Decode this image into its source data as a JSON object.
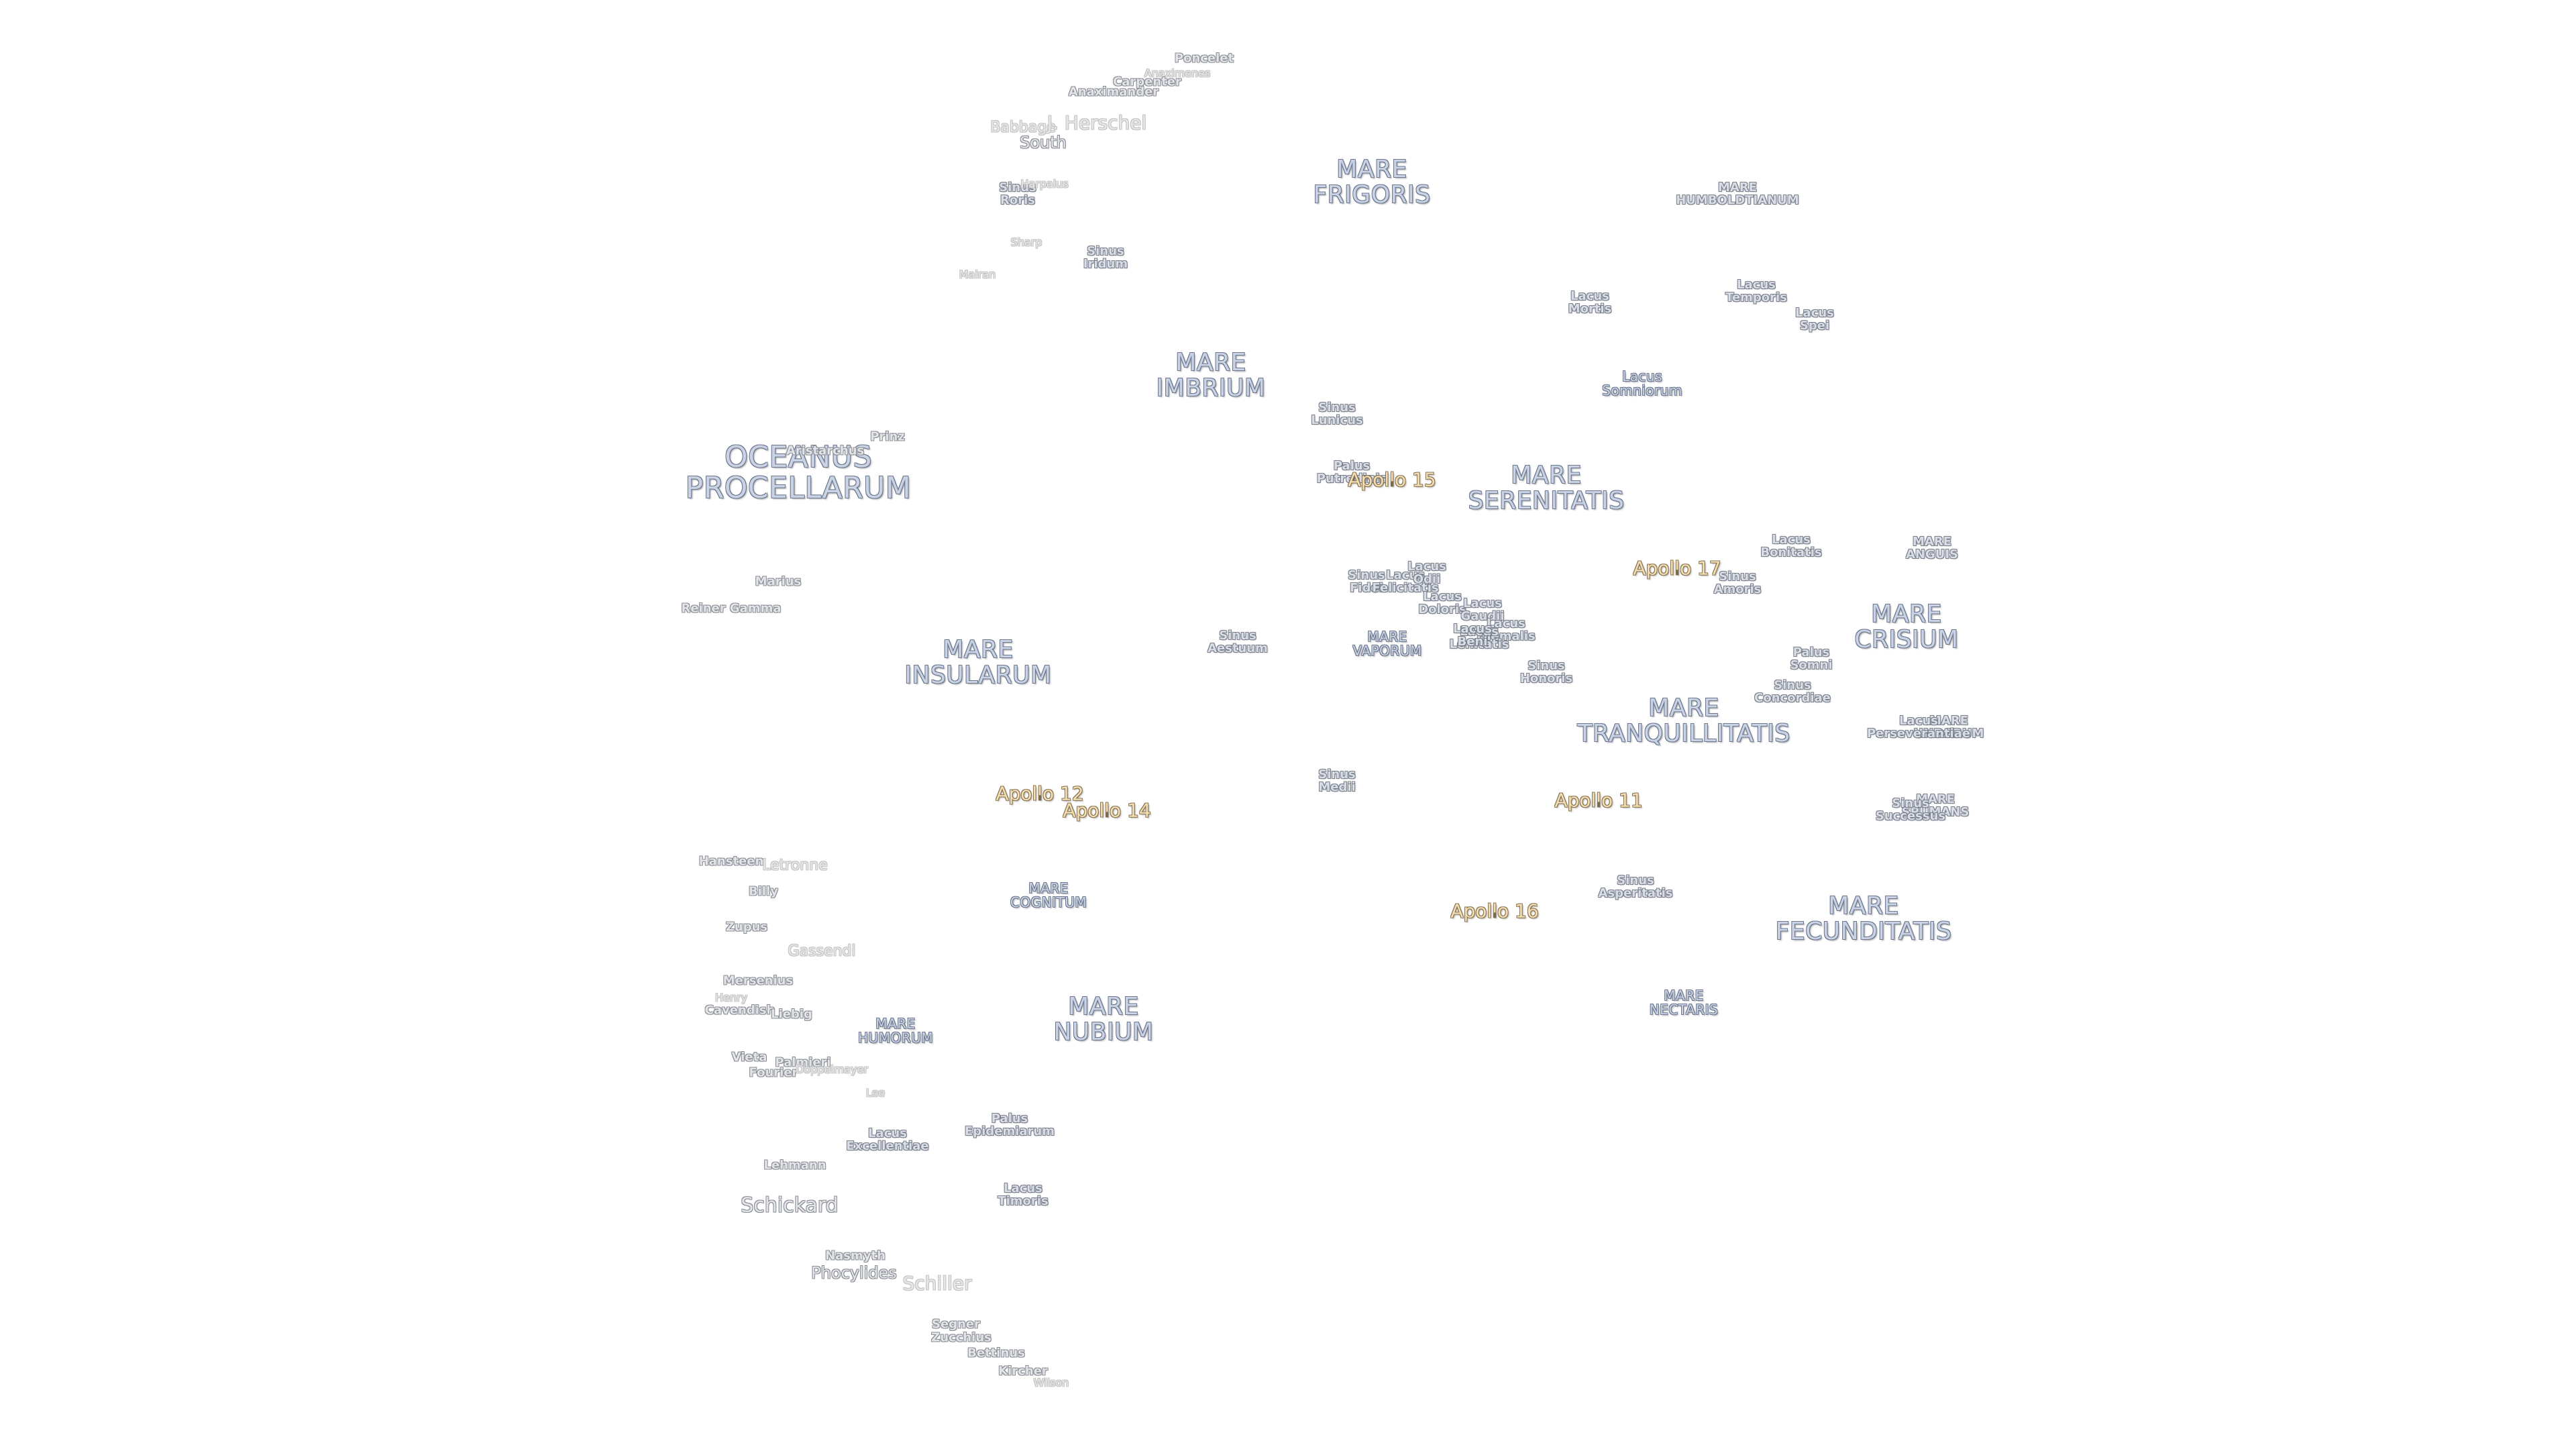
{
  "labels": [
    {
      "name": "OCEANUS\nPROCELLARUM",
      "kind": "mare big"
    },
    {
      "name": "MARE\nFRIGORIS",
      "kind": "mare"
    },
    {
      "name": "MARE\nIMBRIUM",
      "kind": "mare"
    },
    {
      "name": "MARE\nSERENITATIS",
      "kind": "mare"
    },
    {
      "name": "MARE\nTRANQUILLITATIS",
      "kind": "mare"
    },
    {
      "name": "MARE\nCRISIUM",
      "kind": "mare"
    },
    {
      "name": "MARE\nFECUNDITATIS",
      "kind": "mare"
    },
    {
      "name": "MARE\nNECTARIS",
      "kind": "mare sm"
    },
    {
      "name": "MARE\nINSULARUM",
      "kind": "mare"
    },
    {
      "name": "MARE\nCOGNITUM",
      "kind": "mare sm"
    },
    {
      "name": "MARE\nNUBIUM",
      "kind": "mare"
    },
    {
      "name": "MARE\nHUMORUM",
      "kind": "mare sm"
    },
    {
      "name": "MARE\nVAPORUM",
      "kind": "mare sm"
    },
    {
      "name": "MARE\nHUMBOLDTIANUM",
      "kind": "minor"
    },
    {
      "name": "MARE\nANGUIS",
      "kind": "minor"
    },
    {
      "name": "MARE\nUNDARUM",
      "kind": "minor"
    },
    {
      "name": "MARE\nSPUMANS",
      "kind": "minor"
    },
    {
      "name": "Lacus\nSomniorum",
      "kind": "mare sm"
    },
    {
      "name": "Lacus\nMortis",
      "kind": "minor"
    },
    {
      "name": "Lacus\nTemporis",
      "kind": "minor"
    },
    {
      "name": "Lacus\nSpei",
      "kind": "minor"
    },
    {
      "name": "Lacus\nBonitatis",
      "kind": "minor"
    },
    {
      "name": "Sinus\nAmoris",
      "kind": "minor"
    },
    {
      "name": "Palus\nSomni",
      "kind": "minor"
    },
    {
      "name": "Sinus\nConcordiae",
      "kind": "minor"
    },
    {
      "name": "Lacus\nPerseverantiae",
      "kind": "minor"
    },
    {
      "name": "Sinus\nSuccessus",
      "kind": "minor"
    },
    {
      "name": "Sinus\nRoris",
      "kind": "minor"
    },
    {
      "name": "Sinus\nIridum",
      "kind": "minor"
    },
    {
      "name": "Sinus\nLunicus",
      "kind": "minor"
    },
    {
      "name": "Palus\nPutredinis",
      "kind": "minor"
    },
    {
      "name": "Sinus\nFidei",
      "kind": "minor"
    },
    {
      "name": "Lacus\nFelicitatis",
      "kind": "minor"
    },
    {
      "name": "Lacus\nOdii",
      "kind": "minor"
    },
    {
      "name": "Lacus\nDoloris",
      "kind": "minor"
    },
    {
      "name": "Lacus\nGaudii",
      "kind": "minor"
    },
    {
      "name": "Lacus\nHiemalis",
      "kind": "minor"
    },
    {
      "name": "Lacus\nLenitatis",
      "kind": "minor"
    },
    {
      "name": "Lacus\nBeni",
      "kind": "minor"
    },
    {
      "name": "Sinus\nHonoris",
      "kind": "minor"
    },
    {
      "name": "Sinus\nAestuum",
      "kind": "minor"
    },
    {
      "name": "Sinus\nMedii",
      "kind": "minor"
    },
    {
      "name": "Sinus\nAsperitatis",
      "kind": "minor"
    },
    {
      "name": "Palus\nEpidemiarum",
      "kind": "minor"
    },
    {
      "name": "Lacus\nExcellentiae",
      "kind": "minor"
    },
    {
      "name": "Lacus\nTimoris",
      "kind": "minor"
    },
    {
      "name": "Poncelet",
      "kind": "crater"
    },
    {
      "name": "Anaximenes",
      "kind": "faint sm"
    },
    {
      "name": "Carpenter",
      "kind": "crater"
    },
    {
      "name": "Anaximander",
      "kind": "crater"
    },
    {
      "name": "Babbage",
      "kind": "faint"
    },
    {
      "name": "J. Herschel",
      "kind": "faint big"
    },
    {
      "name": "South",
      "kind": "crater mid"
    },
    {
      "name": "Harpalus",
      "kind": "faint sm"
    },
    {
      "name": "Sharp",
      "kind": "faint sm"
    },
    {
      "name": "Mairan",
      "kind": "faint sm"
    },
    {
      "name": "Prinz",
      "kind": "crater"
    },
    {
      "name": "Aristarchus",
      "kind": "crater"
    },
    {
      "name": "Marius",
      "kind": "crater"
    },
    {
      "name": "Reiner Gamma",
      "kind": "crater"
    },
    {
      "name": "Hansteen",
      "kind": "crater"
    },
    {
      "name": "Letronne",
      "kind": "faint"
    },
    {
      "name": "Billy",
      "kind": "crater"
    },
    {
      "name": "Zupus",
      "kind": "crater"
    },
    {
      "name": "Gassendi",
      "kind": "faint"
    },
    {
      "name": "Mersenius",
      "kind": "crater"
    },
    {
      "name": "Henry",
      "kind": "faint sm"
    },
    {
      "name": "Cavendish",
      "kind": "crater"
    },
    {
      "name": "Liebig",
      "kind": "crater"
    },
    {
      "name": "Vieta",
      "kind": "crater"
    },
    {
      "name": "Fourier",
      "kind": "crater"
    },
    {
      "name": "Palmieri",
      "kind": "crater"
    },
    {
      "name": "Doppelmayer",
      "kind": "faint sm"
    },
    {
      "name": "Lee",
      "kind": "faint sm"
    },
    {
      "name": "Lehmann",
      "kind": "crater"
    },
    {
      "name": "Schickard",
      "kind": "crater big"
    },
    {
      "name": "Nasmyth",
      "kind": "crater"
    },
    {
      "name": "Phocylides",
      "kind": "crater mid"
    },
    {
      "name": "Schiller",
      "kind": "faint big"
    },
    {
      "name": "Segner",
      "kind": "crater"
    },
    {
      "name": "Zucchius",
      "kind": "crater"
    },
    {
      "name": "Bettinus",
      "kind": "crater"
    },
    {
      "name": "Kircher",
      "kind": "crater"
    },
    {
      "name": "Wilson",
      "kind": "faint sm"
    },
    {
      "name": "Apollo 11",
      "kind": "apollo"
    },
    {
      "name": "Apollo 12",
      "kind": "apollo"
    },
    {
      "name": "Apollo 14",
      "kind": "apollo"
    },
    {
      "name": "Apollo 15",
      "kind": "apollo"
    },
    {
      "name": "Apollo 16",
      "kind": "apollo"
    },
    {
      "name": "Apollo 17",
      "kind": "apollo"
    }
  ]
}
